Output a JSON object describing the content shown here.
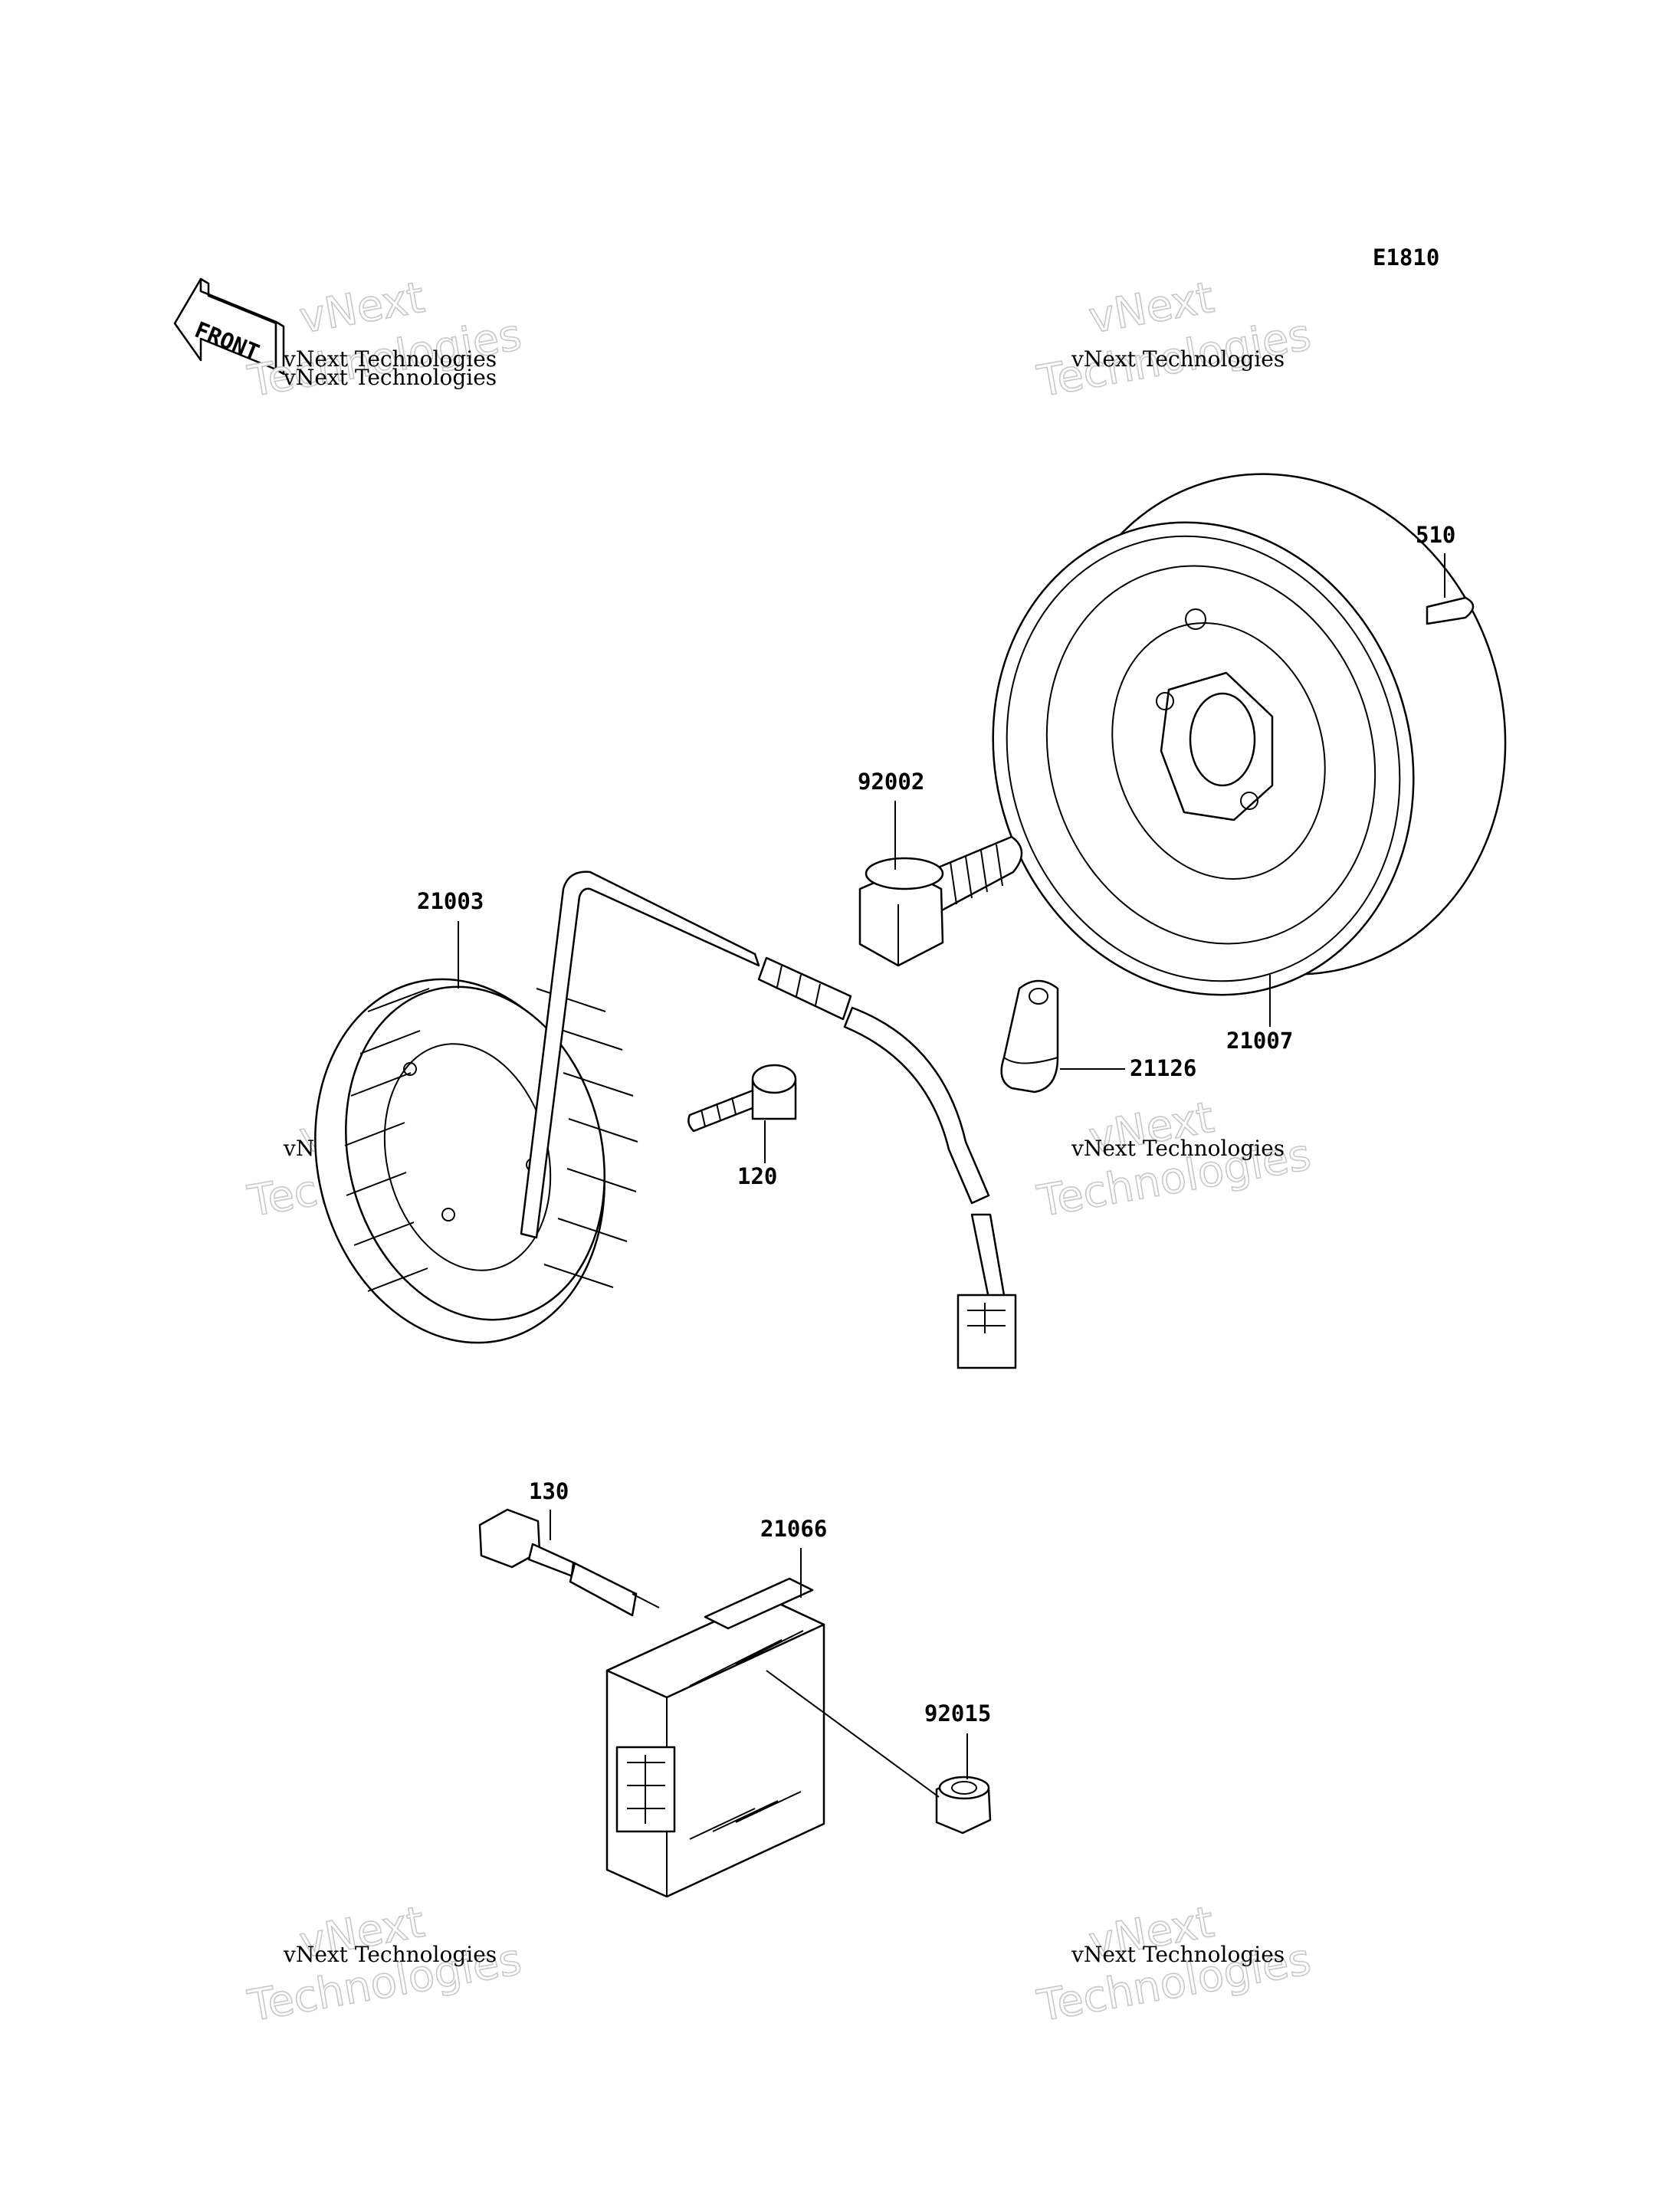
{
  "diagram_code": "E1810",
  "front_label": "FRONT",
  "watermark": {
    "line": "vNext Technologies",
    "ghost_top": "vNext",
    "ghost_bottom": "Technologies"
  },
  "parts": [
    {
      "id": "p510",
      "number": "510"
    },
    {
      "id": "p92002",
      "number": "92002"
    },
    {
      "id": "p21003",
      "number": "21003"
    },
    {
      "id": "p21007",
      "number": "21007"
    },
    {
      "id": "p21126",
      "number": "21126"
    },
    {
      "id": "p120",
      "number": "120"
    },
    {
      "id": "p130",
      "number": "130"
    },
    {
      "id": "p21066",
      "number": "21066"
    },
    {
      "id": "p92015",
      "number": "92015"
    }
  ]
}
